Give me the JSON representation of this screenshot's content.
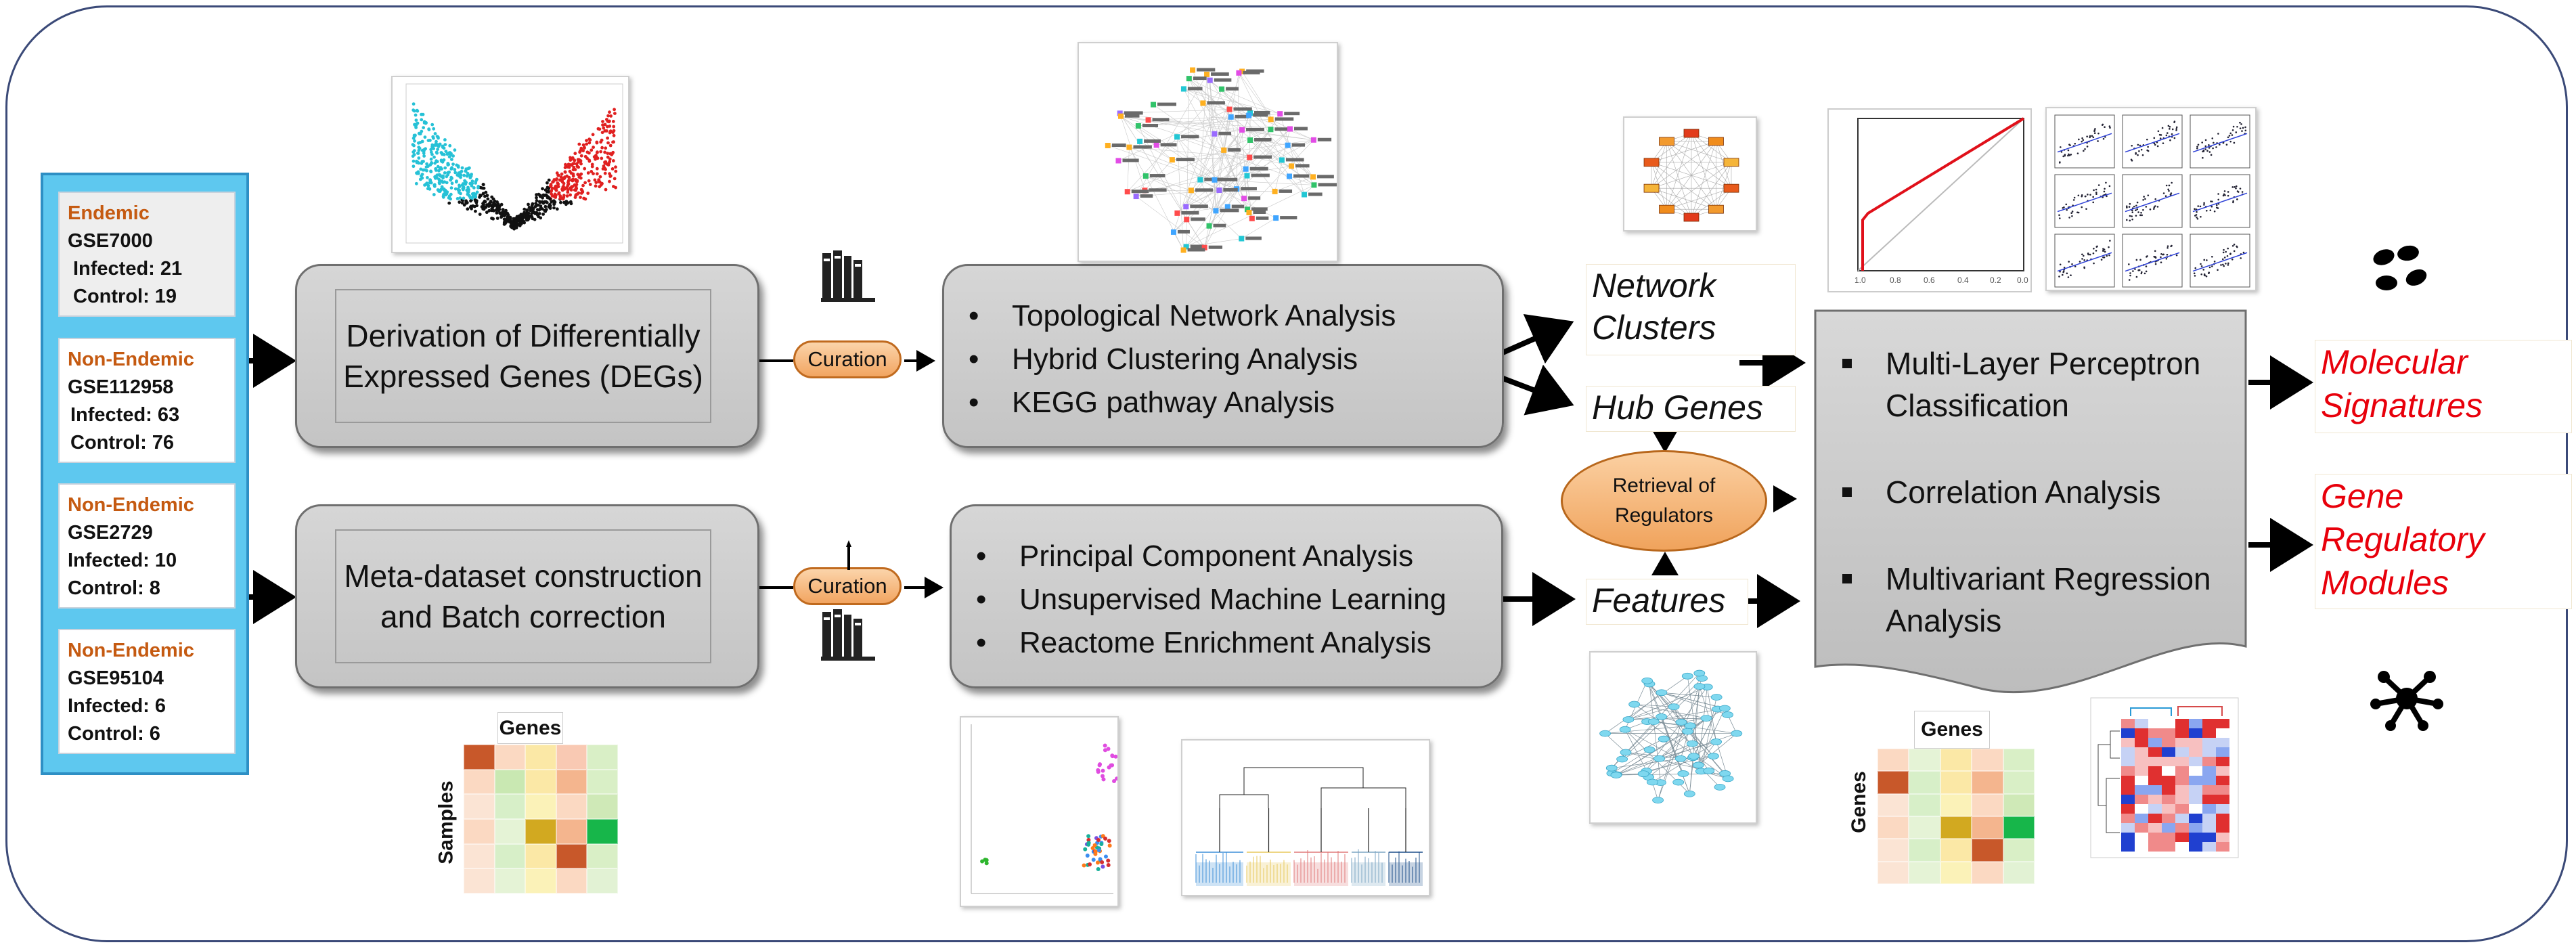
{
  "datasets": [
    {
      "category": "Endemic",
      "id": "GSE7000",
      "infected": "Infected: 21",
      "control": "Control: 19"
    },
    {
      "category": "Non-Endemic",
      "id": "GSE112958",
      "infected": "Infected: 63",
      "control": "Control: 76"
    },
    {
      "category": "Non-Endemic",
      "id": "GSE2729",
      "infected": "Infected: 10",
      "control": "Control: 8"
    },
    {
      "category": "Non-Endemic",
      "id": "GSE95104",
      "infected": "Infected: 6",
      "control": "Control:  6"
    }
  ],
  "steps": {
    "deg": "Derivation of Differentially Expressed Genes (DEGs)",
    "meta": "Meta-dataset construction and Batch correction",
    "curation_top": "Curation",
    "curation_bottom": "Curation",
    "network_analyses": [
      "Topological Network Analysis",
      "Hybrid Clustering Analysis",
      "KEGG pathway Analysis"
    ],
    "ml_analyses": [
      "Principal Component Analysis",
      "Unsupervised Machine Learning",
      "Reactome Enrichment Analysis"
    ]
  },
  "intermediate": {
    "network_clusters": "Network Clusters",
    "hub_genes": "Hub Genes",
    "retrieval": "Retrieval of Regulators",
    "features": "Features"
  },
  "final": {
    "items": [
      "Multi-Layer Perceptron Classification",
      "Correlation Analysis",
      "Multivariant Regression Analysis"
    ]
  },
  "outputs": {
    "molecular": "Molecular Signatures",
    "regulatory": "Gene Regulatory Modules"
  },
  "heatmaps": {
    "left_genes": "Genes",
    "left_samples": "Samples",
    "right_genes": "Genes",
    "right_genes_side": "Genes"
  },
  "colors": {
    "category": "#c55a11",
    "output": "#e8000b",
    "panel": "#5ec8ef",
    "pill": "#f2a561"
  },
  "icons": [
    "books-icon",
    "molecule-icon",
    "network-node-icon"
  ]
}
